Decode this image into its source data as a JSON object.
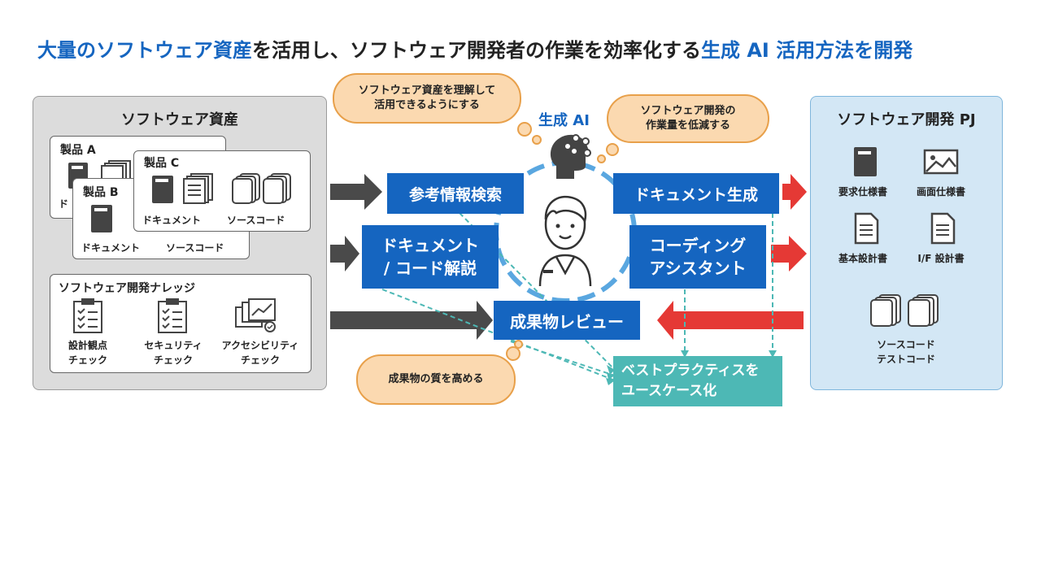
{
  "title": {
    "part1": "大量のソフトウェア資産",
    "part2": "を活用し、ソフトウェア開発者の作業を効率化する",
    "part3": "生成 AI 活用方法を開発"
  },
  "left_panel": {
    "title": "ソフトウェア資産",
    "product_a": {
      "label": "製品 A",
      "doc_partial": "ド"
    },
    "product_b": {
      "label": "製品 B",
      "doc": "ドキュメント",
      "src": "ソースコード"
    },
    "product_c": {
      "label": "製品 C",
      "doc": "ドキュメント",
      "src": "ソースコード"
    },
    "knowledge": {
      "title": "ソフトウェア開発ナレッジ",
      "items": [
        {
          "line1": "設計観点",
          "line2": "チェック",
          "icon": "checklist-icon"
        },
        {
          "line1": "セキュリティ",
          "line2": "チェック",
          "icon": "checklist-icon"
        },
        {
          "line1": "アクセシビリティ",
          "line2": "チェック",
          "icon": "screens-icon"
        }
      ]
    }
  },
  "center": {
    "gen_ai_label": "生成 AI",
    "bubble_top_left": {
      "line1": "ソフトウェア資産を理解して",
      "line2": "活用できるようにする"
    },
    "bubble_top_right": {
      "line1": "ソフトウェア開発の",
      "line2": "作業量を低減する"
    },
    "bubble_bottom": "成果物の質を高める",
    "boxes": {
      "search": "参考情報検索",
      "explain_line1": "ドキュメント",
      "explain_line2": "/ コード解説",
      "doc_gen": "ドキュメント生成",
      "coding_line1": "コーディング",
      "coding_line2": "アシスタント",
      "review": "成果物レビュー"
    },
    "usecase": {
      "line1": "ベストプラクティスを",
      "line2": "ユースケース化"
    }
  },
  "right_panel": {
    "title": "ソフトウェア開発 PJ",
    "items": [
      {
        "label": "要求仕様書",
        "icon": "book-icon"
      },
      {
        "label": "画面仕様書",
        "icon": "image-icon"
      },
      {
        "label": "基本設計書",
        "icon": "document-icon"
      },
      {
        "label": "I/F 設計書",
        "icon": "document-icon"
      }
    ],
    "code": {
      "line1": "ソースコード",
      "line2": "テストコード",
      "icon": "code-files-icon"
    }
  },
  "colors": {
    "accent_blue": "#1565c0",
    "arrow_dark": "#4a4a4a",
    "arrow_red": "#e53935",
    "teal": "#4db8b5",
    "bubble": "#fbd9b0"
  }
}
